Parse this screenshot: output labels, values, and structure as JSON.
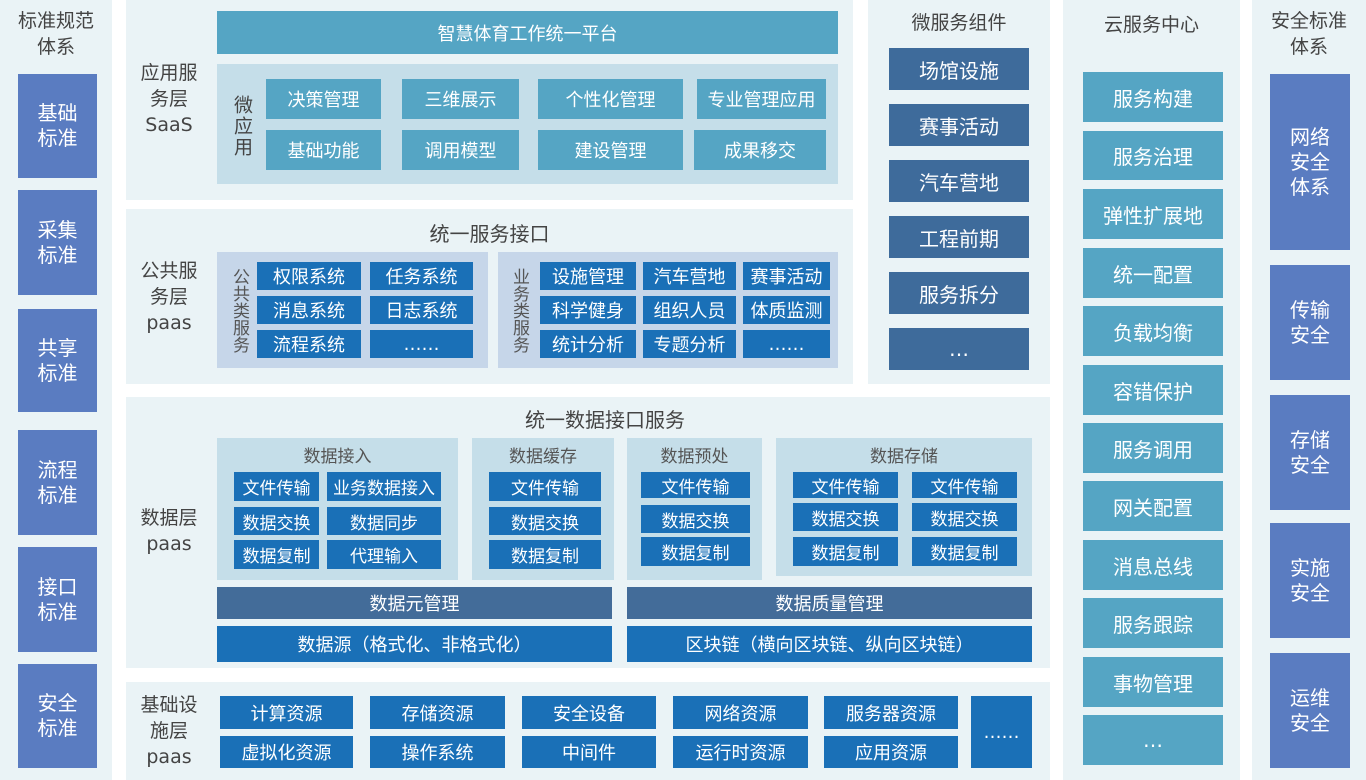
{
  "standards": {
    "title": "标准规范体系",
    "items": [
      "基础标准",
      "采集标准",
      "共享标准",
      "流程标准",
      "接口标准",
      "安全标准"
    ]
  },
  "saas": {
    "label": "应用服务层SaaS",
    "platform": "智慧体育工作统一平台",
    "micro_label": "微应用",
    "apps": [
      "决策管理",
      "三维展示",
      "个性化管理",
      "专业管理应用",
      "基础功能",
      "调用模型",
      "建设管理",
      "成果移交"
    ]
  },
  "public": {
    "label": "公共服务层paas",
    "title": "统一服务接口",
    "common_label": "公共类服务",
    "common": [
      "权限系统",
      "任务系统",
      "消息系统",
      "日志系统",
      "流程系统",
      "……"
    ],
    "business_label": "业务类服务",
    "business": [
      "设施管理",
      "汽车营地",
      "赛事活动",
      "科学健身",
      "组织人员",
      "体质监测",
      "统计分析",
      "专题分析",
      "……"
    ]
  },
  "data": {
    "label": "数据层paas",
    "title": "统一数据接口服务",
    "access": {
      "title": "数据接入",
      "items": [
        "文件传输",
        "业务数据接入",
        "数据交换",
        "数据同步",
        "数据复制",
        "代理输入"
      ]
    },
    "cache": {
      "title": "数据缓存",
      "items": [
        "文件传输",
        "数据交换",
        "数据复制"
      ]
    },
    "preprocess": {
      "title": "数据预处",
      "items": [
        "文件传输",
        "数据交换",
        "数据复制"
      ]
    },
    "storage": {
      "title": "数据存储",
      "items": [
        "文件传输",
        "文件传输",
        "数据交换",
        "数据交换",
        "数据复制",
        "数据复制"
      ]
    },
    "meta": "数据元管理",
    "quality": "数据质量管理",
    "source": "数据源（格式化、非格式化）",
    "blockchain": "区块链（横向区块链、纵向区块链）"
  },
  "infra": {
    "label": "基础设施层paas",
    "items": [
      "计算资源",
      "存储资源",
      "安全设备",
      "网络资源",
      "服务器资源",
      "虚拟化资源",
      "操作系统",
      "中间件",
      "运行时资源",
      "应用资源"
    ],
    "more": "……"
  },
  "microservices": {
    "title": "微服务组件",
    "items": [
      "场馆设施",
      "赛事活动",
      "汽车营地",
      "工程前期",
      "服务拆分",
      "…"
    ]
  },
  "cloud": {
    "title": "云服务中心",
    "items": [
      "服务构建",
      "服务治理",
      "弹性扩展地",
      "统一配置",
      "负载均衡",
      "容错保护",
      "服务调用",
      "网关配置",
      "消息总线",
      "服务跟踪",
      "事物管理",
      "…"
    ]
  },
  "security": {
    "title": "安全标准体系",
    "items": [
      "网络安全体系",
      "传输安全",
      "存储安全",
      "实施安全",
      "运维安全"
    ]
  },
  "colors": {
    "panel": "#eaf3f6",
    "inner": "#c5dee9",
    "teal": "#55a5c4",
    "blue": "#1a70b7",
    "slate": "#436c99",
    "standard": "#5a7cc1",
    "microservice": "#3e6b9b"
  }
}
